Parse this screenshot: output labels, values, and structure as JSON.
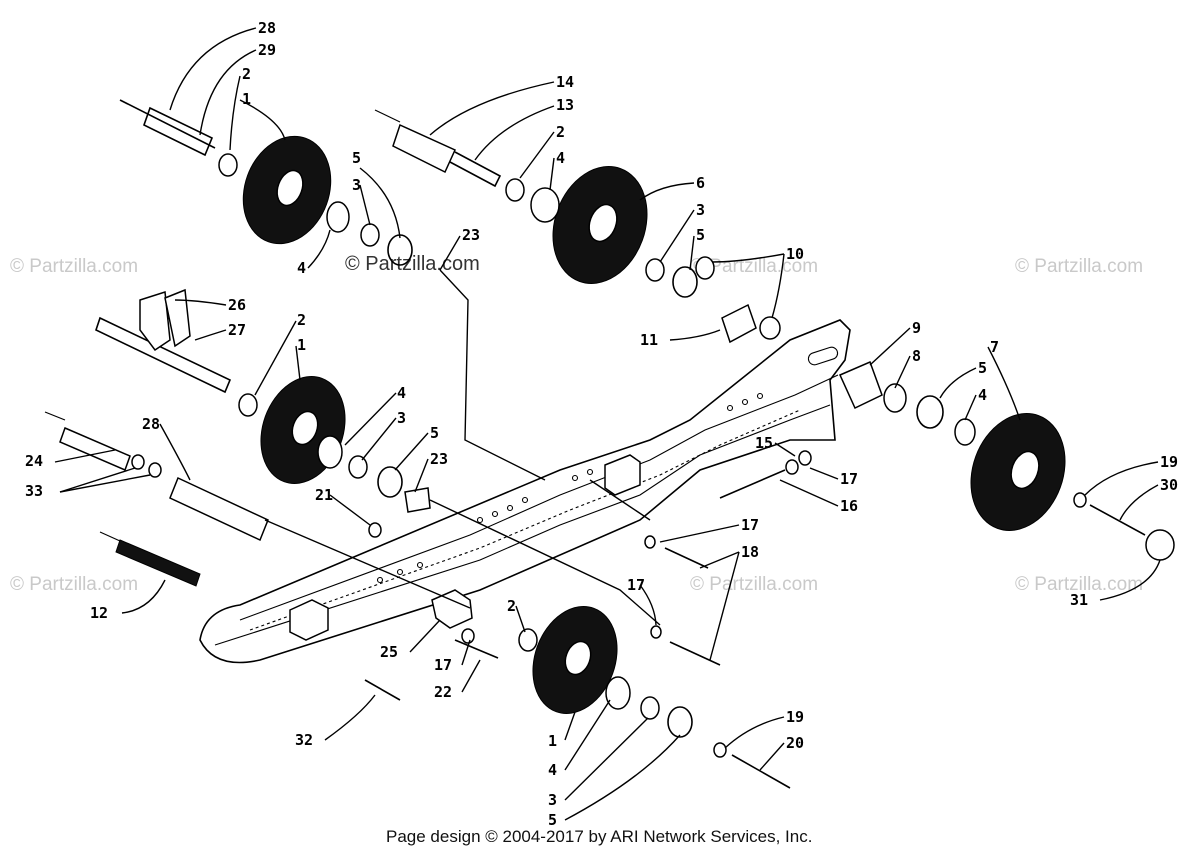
{
  "watermarks": [
    "© Partzilla.com",
    "© Partzilla.com",
    "© Partzilla.com",
    "© Partzilla.com",
    "© Partzilla.com",
    "© Partzilla.com",
    "© Partzilla.com"
  ],
  "footer": "Page design © 2004-2017 by ARI Network Services, Inc.",
  "callouts": {
    "c28a": "28",
    "c29": "29",
    "c2a": "2",
    "c1a": "1",
    "c5a": "5",
    "c3a": "3",
    "c4a": "4",
    "c14": "14",
    "c13": "13",
    "c2b": "2",
    "c4b": "4",
    "c6": "6",
    "c3b": "3",
    "c5b": "5",
    "c10": "10",
    "c11": "11",
    "c23a": "23",
    "c26": "26",
    "c27": "27",
    "c2c": "2",
    "c1b": "1",
    "c4c": "4",
    "c3c": "3",
    "c5c": "5",
    "c23b": "23",
    "c21": "21",
    "c9": "9",
    "c8": "8",
    "c7": "7",
    "c5d": "5",
    "c4d": "4",
    "c15": "15",
    "c17a": "17",
    "c16": "16",
    "c19a": "19",
    "c30": "30",
    "c31": "31",
    "c24": "24",
    "c33": "33",
    "c28b": "28",
    "c12": "12",
    "c17b": "17",
    "c18": "18",
    "c17c": "17",
    "c2d": "2",
    "c25": "25",
    "c17d": "17",
    "c22": "22",
    "c32": "32",
    "c1c": "1",
    "c4e": "4",
    "c3d": "3",
    "c5e": "5",
    "c19b": "19",
    "c20": "20"
  }
}
